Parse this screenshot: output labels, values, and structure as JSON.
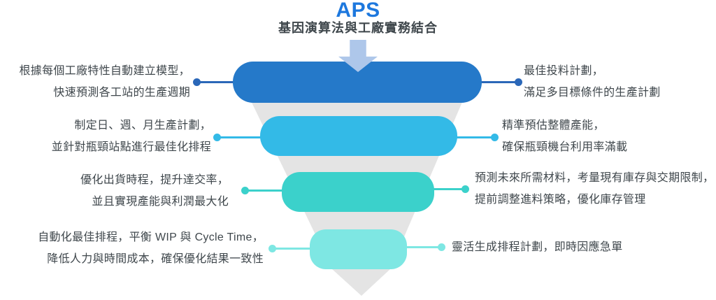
{
  "header": {
    "title": "APS",
    "subtitle": "基因演算法與工廠實務結合"
  },
  "colors": {
    "title_blue": "#1d78de",
    "text": "#3f474c",
    "funnel_shadow": "#e4e4e4",
    "arrow": "#aec7ea"
  },
  "levels": [
    {
      "bar_color": "#2579c9",
      "connector_color": "#2a67b8",
      "left": [
        "根據每個工廠特性自動建立模型，",
        "快速預測各工站的生產週期"
      ],
      "right": [
        "最佳投料計劃，",
        "滿足多目標條件的生產計劃"
      ]
    },
    {
      "bar_color": "#33bae7",
      "connector_color": "#33bae7",
      "left": [
        "制定日、週、月生產計劃，",
        "並針對瓶頸站點進行最佳化排程"
      ],
      "right": [
        "精準預估整體產能，",
        "確保瓶頸機台利用率滿載"
      ]
    },
    {
      "bar_color": "#3bd1cb",
      "connector_color": "#3bd1cb",
      "left": [
        "優化出貨時程，提升達交率，",
        "並且實現產能與利潤最大化"
      ],
      "right": [
        "預測未來所需材料，考量現有庫存與交期限制，",
        "提前調整進料策略，優化庫存管理"
      ]
    },
    {
      "bar_color": "#7ee7e3",
      "connector_color": "#7ee7e3",
      "left": [
        "自動化最佳排程，平衡 WIP 與 Cycle Time，",
        "降低人力與時間成本，確保優化結果一致性"
      ],
      "right": [
        "靈活生成排程計劃，即時因應急單"
      ]
    }
  ]
}
